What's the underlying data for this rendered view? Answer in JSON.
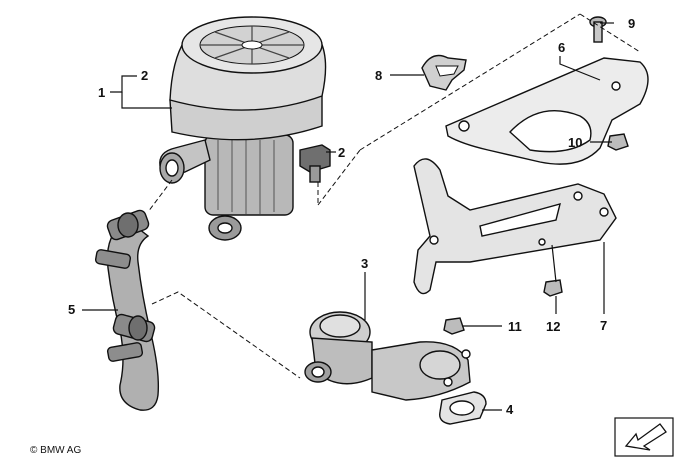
{
  "diagram": {
    "callouts": {
      "c1": "1",
      "c2a": "2",
      "c2b": "2",
      "c3": "3",
      "c4": "4",
      "c5": "5",
      "c6": "6",
      "c7": "7",
      "c8": "8",
      "c9": "9",
      "c10": "10",
      "c11": "11",
      "c12": "12"
    },
    "copyright": "© BMW AG",
    "colors": {
      "line": "#111111",
      "body_light": "#d9d9d9",
      "body_mid": "#b5b5b5",
      "body_dark": "#6f6f6f",
      "background": "#ffffff"
    }
  }
}
